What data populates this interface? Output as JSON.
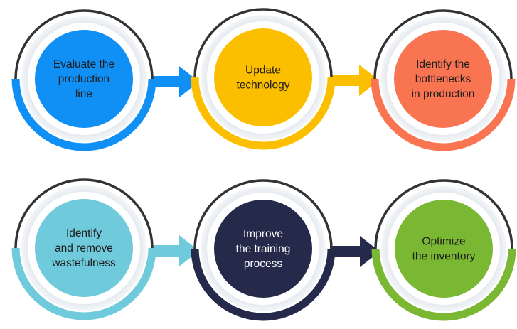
{
  "diagram": {
    "type": "process-flow",
    "steps": [
      {
        "label_lines": [
          "Evaluate the",
          "production",
          "line"
        ],
        "color": "#1090f5",
        "text_color": "#1c1c1c"
      },
      {
        "label_lines": [
          "Update",
          "technology"
        ],
        "color": "#fcbf00",
        "text_color": "#1c1c1c"
      },
      {
        "label_lines": [
          "Identify the",
          "bottlenecks",
          "in production"
        ],
        "color": "#f97552",
        "text_color": "#1c1c1c"
      },
      {
        "label_lines": [
          "Identify",
          "and remove",
          "wastefulness"
        ],
        "color": "#6fcadb",
        "text_color": "#1c1c1c"
      },
      {
        "label_lines": [
          "Improve",
          "the training",
          "process"
        ],
        "color": "#25294a",
        "text_color": "#ffffff"
      },
      {
        "label_lines": [
          "Optimize",
          "the inventory"
        ],
        "color": "#7ab833",
        "text_color": "#1c1c1c"
      }
    ],
    "connections": [
      {
        "from": 0,
        "to": 1
      },
      {
        "from": 1,
        "to": 2
      },
      {
        "from": 3,
        "to": 4
      },
      {
        "from": 4,
        "to": 5
      }
    ],
    "ring_color": "#333333",
    "halo_color": "#e6ebf0"
  }
}
